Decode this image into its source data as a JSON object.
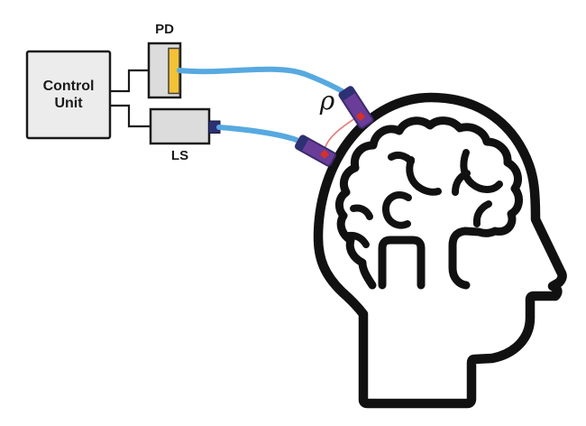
{
  "figure": {
    "control_unit_label": "Control Unit",
    "pd_label": "PD",
    "ls_label": "LS",
    "rho_symbol": "ρ",
    "colors": {
      "fiber_blue": "#57a9e0",
      "optode_purple": "#6a3d99",
      "optode_border": "#3d2b6b",
      "connector_navy": "#2b3173",
      "connector_border": "#16163a",
      "detector_yellow": "#f2c237",
      "detector_border": "#44403a",
      "marker_red": "#d93025",
      "arc_red": "#e2837f",
      "outline_black": "#111111",
      "wire_black": "#1a1a1a",
      "control_box_fill": "#ececec",
      "device_box_fill": "#dcdcdc"
    }
  }
}
